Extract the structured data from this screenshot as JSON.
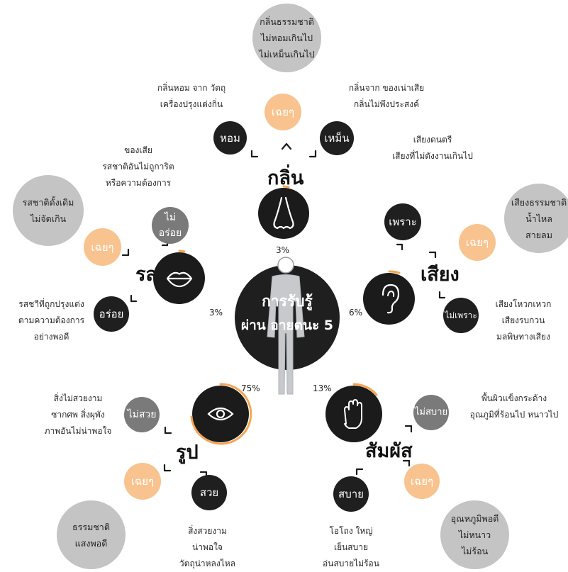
{
  "center": {
    "line1": "การรับรู้",
    "line2": "ผ่าน อายตนะ 5"
  },
  "smell": {
    "title": "กลิ่น",
    "percent": "3%",
    "good": "หอม",
    "neutral": "เฉยๆ",
    "bad": "เหม็น",
    "good_desc": [
      "กลิ่นหอม จาก วัตถุ",
      "เครื่องปรุงแต่งกิ่น"
    ],
    "bad_desc": [
      "กลิ่นจาก ของเน่าเสีย",
      "กลิ่นไม่พึงประสงค์"
    ],
    "neutral_bubble": [
      "กลิ่นธรรมชาติ",
      "ไม่หอมเกินไป",
      "ไม่เหม็นเกินไป"
    ]
  },
  "taste": {
    "title": "รส",
    "percent": "3%",
    "good": "อร่อย",
    "neutral": "เฉยๆ",
    "bad": [
      "ไม่",
      "อร่อย"
    ],
    "bad_desc": [
      "ของเสีย",
      "รสชาติอันไม่ถูการิต",
      "หรือความต้องการ"
    ],
    "good_desc": [
      "รสชาีที่ถูกปรุงแต่ง",
      "ตามความต้องการ",
      "อย่างพอดี"
    ],
    "neutral_bubble": [
      "รสชาติดั้งเดิม",
      "ไม่จัดเกิน"
    ]
  },
  "sound": {
    "title": "เสียง",
    "percent": "6%",
    "good": "เพราะ",
    "neutral": "เฉยๆ",
    "bad": "ไม่เพราะ",
    "good_desc": [
      "เสียงดนตรี",
      "เสียงที่ไม่ดังงานเกินไป"
    ],
    "bad_desc": [
      "เสียงโหวกเหวก",
      "เสียงรบกวน",
      "มลพิษทางเสียง"
    ],
    "neutral_bubble": [
      "เสียงธรรมชาติ",
      "น้ำไหล",
      "สายลม"
    ]
  },
  "sight": {
    "title": "รูป",
    "percent": "75%",
    "good": "สวย",
    "neutral": "เฉยๆ",
    "bad": "ไม่สวย",
    "bad_desc": [
      "สิ่งไม่สวยงาม",
      "ซากศพ สิ่งผุพัง",
      "ภาพอันไม่น่าพอใจ"
    ],
    "good_desc": [
      "สิ่งสวยงาม",
      "น่าพอใจ",
      "วัตถุน่าหลงไหล"
    ],
    "neutral_bubble": [
      "ธรรมชาติ",
      "แสงพอดี"
    ]
  },
  "touch": {
    "title": "สัมผัส",
    "percent": "13%",
    "good": "สบาย",
    "neutral": "เฉยๆ",
    "bad": "ไม่สบาย",
    "bad_desc": [
      "พื้นผิวแข็งกระด้าง",
      "อุณภูมิที่ร้อนไป หนาวไป"
    ],
    "good_desc": [
      "โอโถง ใหญ่",
      "เย็นสบาย",
      "อ่นสบายไม่ร้อน"
    ],
    "neutral_bubble": [
      "อุณหภูมิพอดี",
      "ไม่หนาว",
      "ไม่ร้อน"
    ]
  },
  "colors": {
    "dark": "#1f1f1f",
    "accent": "#f8c38e",
    "gray": "#7a7a7a",
    "bubble": "#c4c4c4",
    "arc": "#f3a552",
    "figure": "#c7c9cc"
  },
  "icons": [
    "nose-icon",
    "lips-icon",
    "ear-icon",
    "eye-icon",
    "hand-icon",
    "person-silhouette-icon"
  ]
}
